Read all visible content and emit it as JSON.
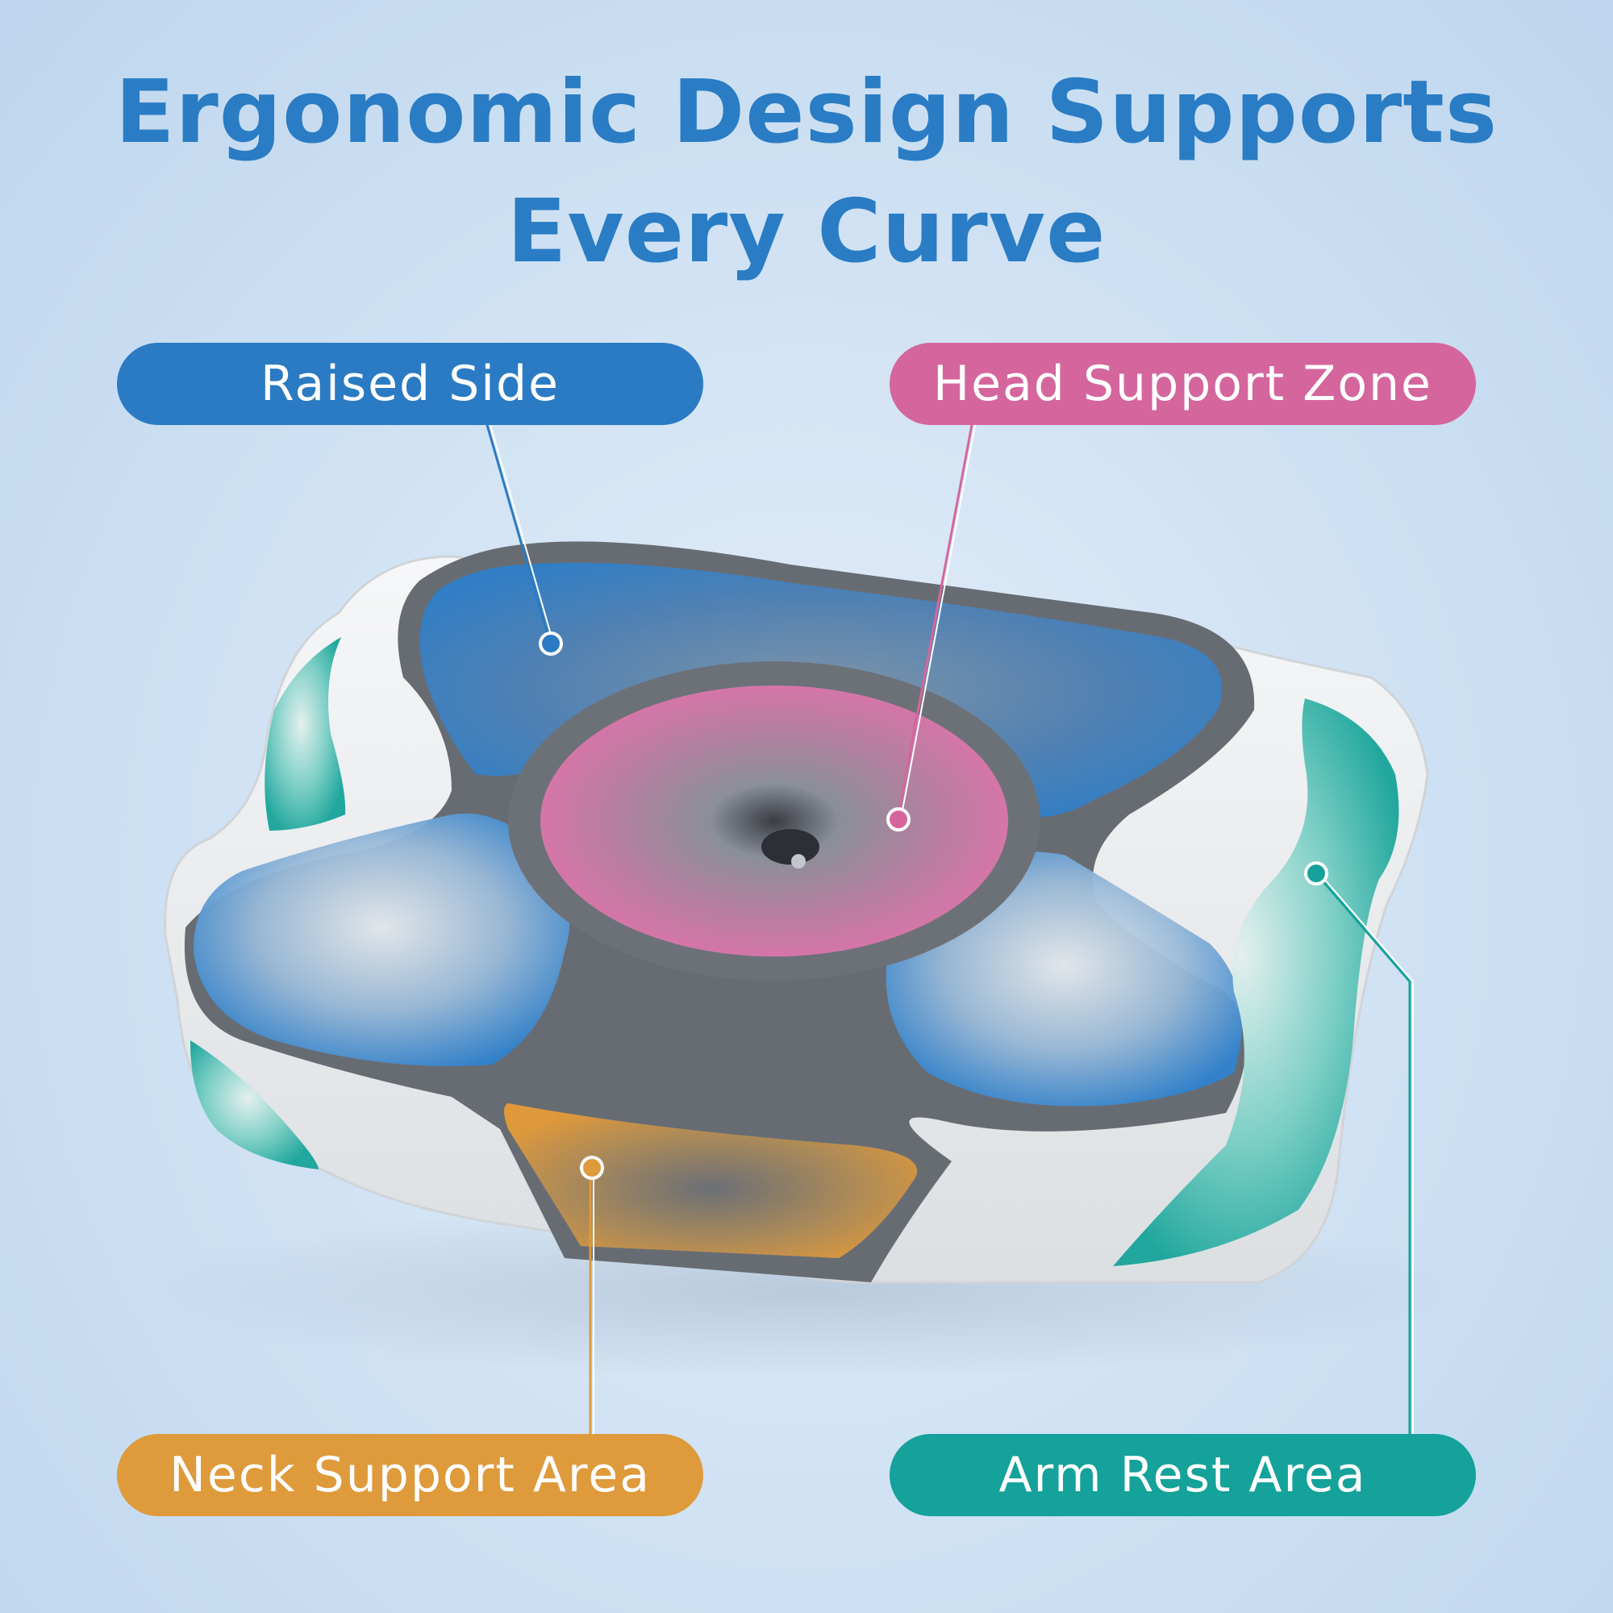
{
  "title": {
    "line1": "Ergonomic Design Supports",
    "line2": "Every Curve"
  },
  "labels": {
    "raised_side": "Raised Side",
    "head_support_zone": "Head Support Zone",
    "neck_support_area": "Neck Support Area",
    "arm_rest_area": "Arm Rest Area"
  },
  "colors": {
    "title": "#2a7cc4",
    "raised_side": "#2a7bc3",
    "head_support_zone": "#d4669d",
    "neck_support_area": "#de9a3b",
    "arm_rest_area": "#14a29a"
  }
}
